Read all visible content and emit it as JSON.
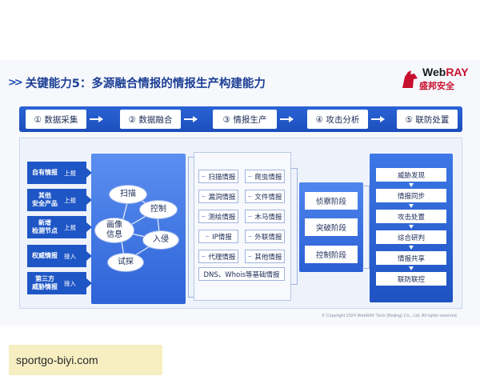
{
  "title": {
    "arrows": ">>",
    "text": "关键能力5：多源融合情报的情报生产构建能力"
  },
  "logo": {
    "word_prefix": "Web",
    "word_suffix": "RAY",
    "chinese": "盛邦安全",
    "brand_color": "#c8102e"
  },
  "steps": [
    {
      "label": "①  数据采集"
    },
    {
      "label": "②  数据融合"
    },
    {
      "label": "③  情报生产"
    },
    {
      "label": "④  攻击分析"
    },
    {
      "label": "⑤  联防处置"
    }
  ],
  "sources": [
    {
      "name": "自有情报",
      "action": "上报"
    },
    {
      "name": "其他\n安全产品",
      "action": "上报"
    },
    {
      "name": "新增\n检测节点",
      "action": "上报"
    },
    {
      "name": "权威情报",
      "action": "接入"
    },
    {
      "name": "第三方\n威胁情报",
      "action": "接入"
    }
  ],
  "fusion_nodes": {
    "scan": "扫描",
    "control": "控制",
    "portrait_line1": "画像",
    "portrait_line2": "信息",
    "intrusion": "入侵",
    "probe": "试探"
  },
  "intel_tags": {
    "row1": [
      "扫描情报",
      "爬虫情报"
    ],
    "row2": [
      "漏洞情报",
      "文件情报"
    ],
    "row3": [
      "测绘情报",
      "木马情报"
    ],
    "row4": [
      "IP情报",
      "外联情报"
    ],
    "row5": [
      "代理情报",
      "其他情报"
    ],
    "wide": "DNS、Whois等基础情报"
  },
  "attack_stages": [
    "侦察阶段",
    "突破阶段",
    "控制阶段"
  ],
  "response_items": [
    "威胁发现",
    "情报同步",
    "攻击处置",
    "综合研判",
    "情报共享",
    "联防联控"
  ],
  "copyright": "© Copyright 2024 WebRAY Tech (Beijing) Co., Ltd. All rights reserved.",
  "watermark": "sportgo-biyi.com",
  "colors": {
    "primary_blue": "#1f56c6",
    "title_blue": "#1c3f94",
    "watermark_bg": "#f7efc2"
  }
}
